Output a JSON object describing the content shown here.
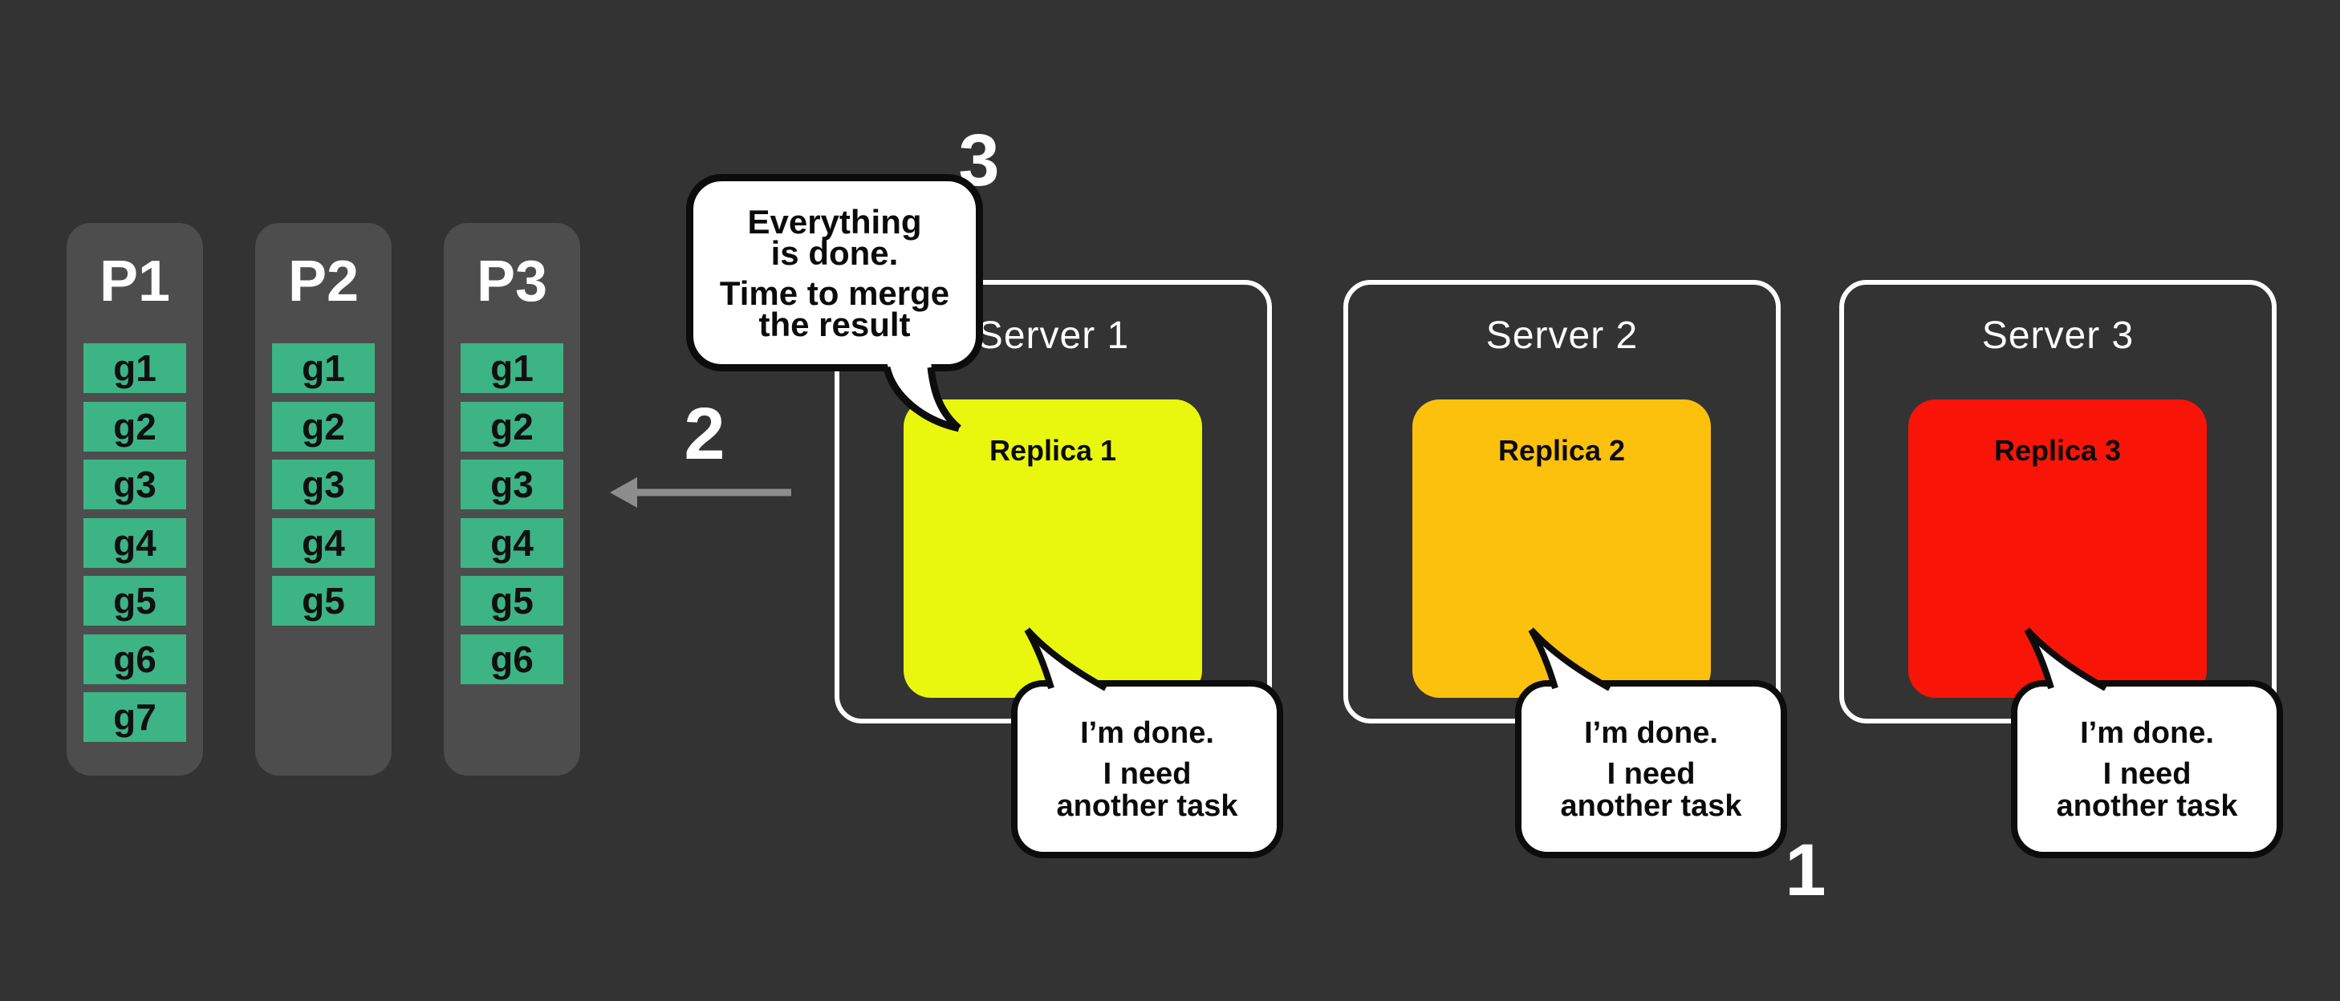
{
  "colors": {
    "background": "#333333",
    "partition_fill": "#4d4d4d",
    "task_cell_fill": "#3db486",
    "server_border": "#ffffff",
    "bubble_fill": "#ffffff",
    "bubble_outline": "#0c0c0c",
    "arrow": "#8d8d8d",
    "step_number": "#ffffff",
    "replica_1": "#e9f70e",
    "replica_2": "#fcc10d",
    "replica_3": "#f91408"
  },
  "partitions": [
    {
      "label": "P1",
      "cells": [
        "g1",
        "g2",
        "g3",
        "g4",
        "g5",
        "g6",
        "g7"
      ]
    },
    {
      "label": "P2",
      "cells": [
        "g1",
        "g2",
        "g3",
        "g4",
        "g5"
      ]
    },
    {
      "label": "P3",
      "cells": [
        "g1",
        "g2",
        "g3",
        "g4",
        "g5",
        "g6"
      ]
    }
  ],
  "servers": [
    {
      "label": "Server 1",
      "replica": {
        "label": "Replica 1",
        "color": "#e9f70e"
      },
      "bubble": {
        "line1": "I’m done.",
        "line2": "I need",
        "line3": "another task"
      }
    },
    {
      "label": "Server 2",
      "replica": {
        "label": "Replica 2",
        "color": "#fcc10d"
      },
      "bubble": {
        "line1": "I’m done.",
        "line2": "I need",
        "line3": "another task"
      }
    },
    {
      "label": "Server 3",
      "replica": {
        "label": "Replica 3",
        "color": "#f91408"
      },
      "bubble": {
        "line1": "I’m done.",
        "line2": "I need",
        "line3": "another task"
      }
    }
  ],
  "merge_bubble": {
    "line1": "Everything",
    "line2": "is done.",
    "line3": "Time to merge",
    "line4": "the result"
  },
  "steps": [
    "1",
    "2",
    "3"
  ]
}
